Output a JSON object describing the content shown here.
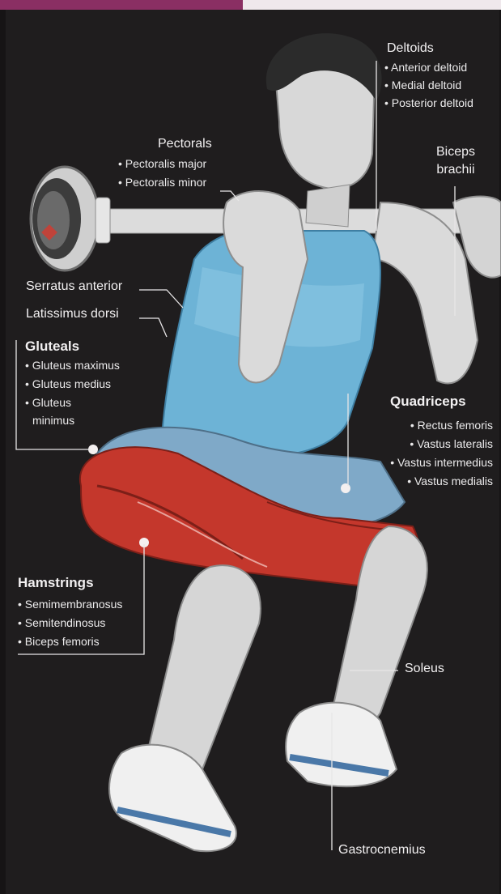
{
  "groups": {
    "deltoids": {
      "title": "Deltoids",
      "items": [
        "• Anterior deltoid",
        "• Medial deltoid",
        "• Posterior deltoid"
      ]
    },
    "pectorals": {
      "title": "Pectorals",
      "items": [
        "• Pectoralis major",
        "• Pectoralis minor"
      ]
    },
    "biceps": {
      "line1": "Biceps",
      "line2": "brachii"
    },
    "serratus": {
      "title": "Serratus anterior"
    },
    "latissimus": {
      "title": "Latissimus dorsi"
    },
    "gluteals": {
      "title": "Gluteals",
      "items": [
        "• Gluteus maximus",
        "• Gluteus medius",
        "• Gluteus",
        "minimus"
      ]
    },
    "quadriceps": {
      "title": "Quadriceps",
      "items": [
        "• Rectus femoris",
        "• Vastus lateralis",
        "• Vastus intermedius",
        "• Vastus medialis"
      ]
    },
    "hamstrings": {
      "title": "Hamstrings",
      "items": [
        "• Semimembranosus",
        "• Semitendinosus",
        "• Biceps femoris"
      ]
    },
    "soleus": {
      "title": "Soleus"
    },
    "gastrocnemius": {
      "title": "Gastrocnemius"
    }
  },
  "colors": {
    "background": "#1f1d1e",
    "accent_bar": "#8a2f63",
    "muscle_red": "#c4372c",
    "top_blue": "#6db3d6",
    "skin_grey": "#d9d9d9",
    "shoe_blue": "#4a78a8"
  }
}
